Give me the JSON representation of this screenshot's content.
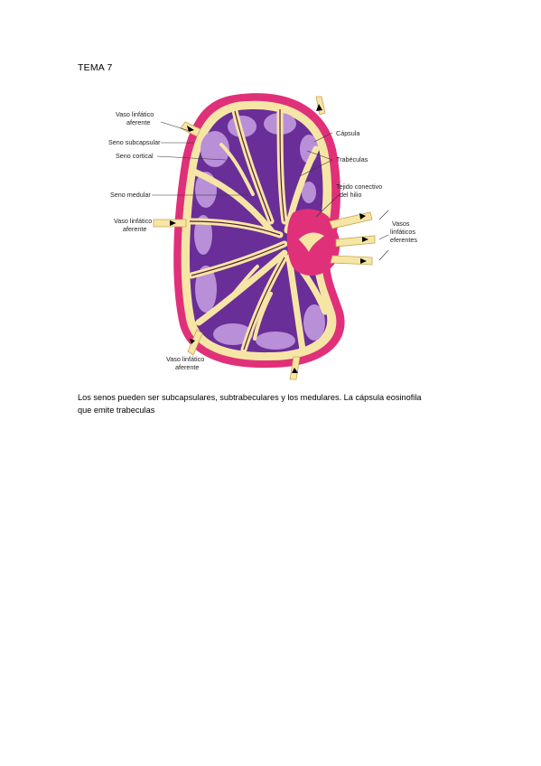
{
  "heading": "TEMA 7",
  "figure": {
    "labels": {
      "aferente_top_1": "Vaso linfático",
      "aferente_top_2": "aferente",
      "seno_subcapsular": "Seno subcapsular",
      "seno_cortical": "Seno cortical",
      "seno_medular": "Seno medular",
      "aferente_mid_1": "Vaso linfático",
      "aferente_mid_2": "aferente",
      "aferente_bot_1": "Vaso linfático",
      "aferente_bot_2": "aferente",
      "capsula": "Cápsula",
      "trabeculas": "Trabéculas",
      "tejido_1": "Tejido conectivo",
      "tejido_2": "del hilio",
      "eferentes_1": "Vasos",
      "eferentes_2": "linfáticos",
      "eferentes_3": "eferentes"
    },
    "colors": {
      "capsule": "#e0307a",
      "sinus": "#f6e6a6",
      "cortex": "#6a2e98",
      "follicle": "#b98fd8"
    }
  },
  "caption": {
    "line1": "Los senos pueden ser subcapsulares, subtrabeculares y los medulares. La cápsula eosinofila",
    "line2": "que emite trabeculas"
  }
}
